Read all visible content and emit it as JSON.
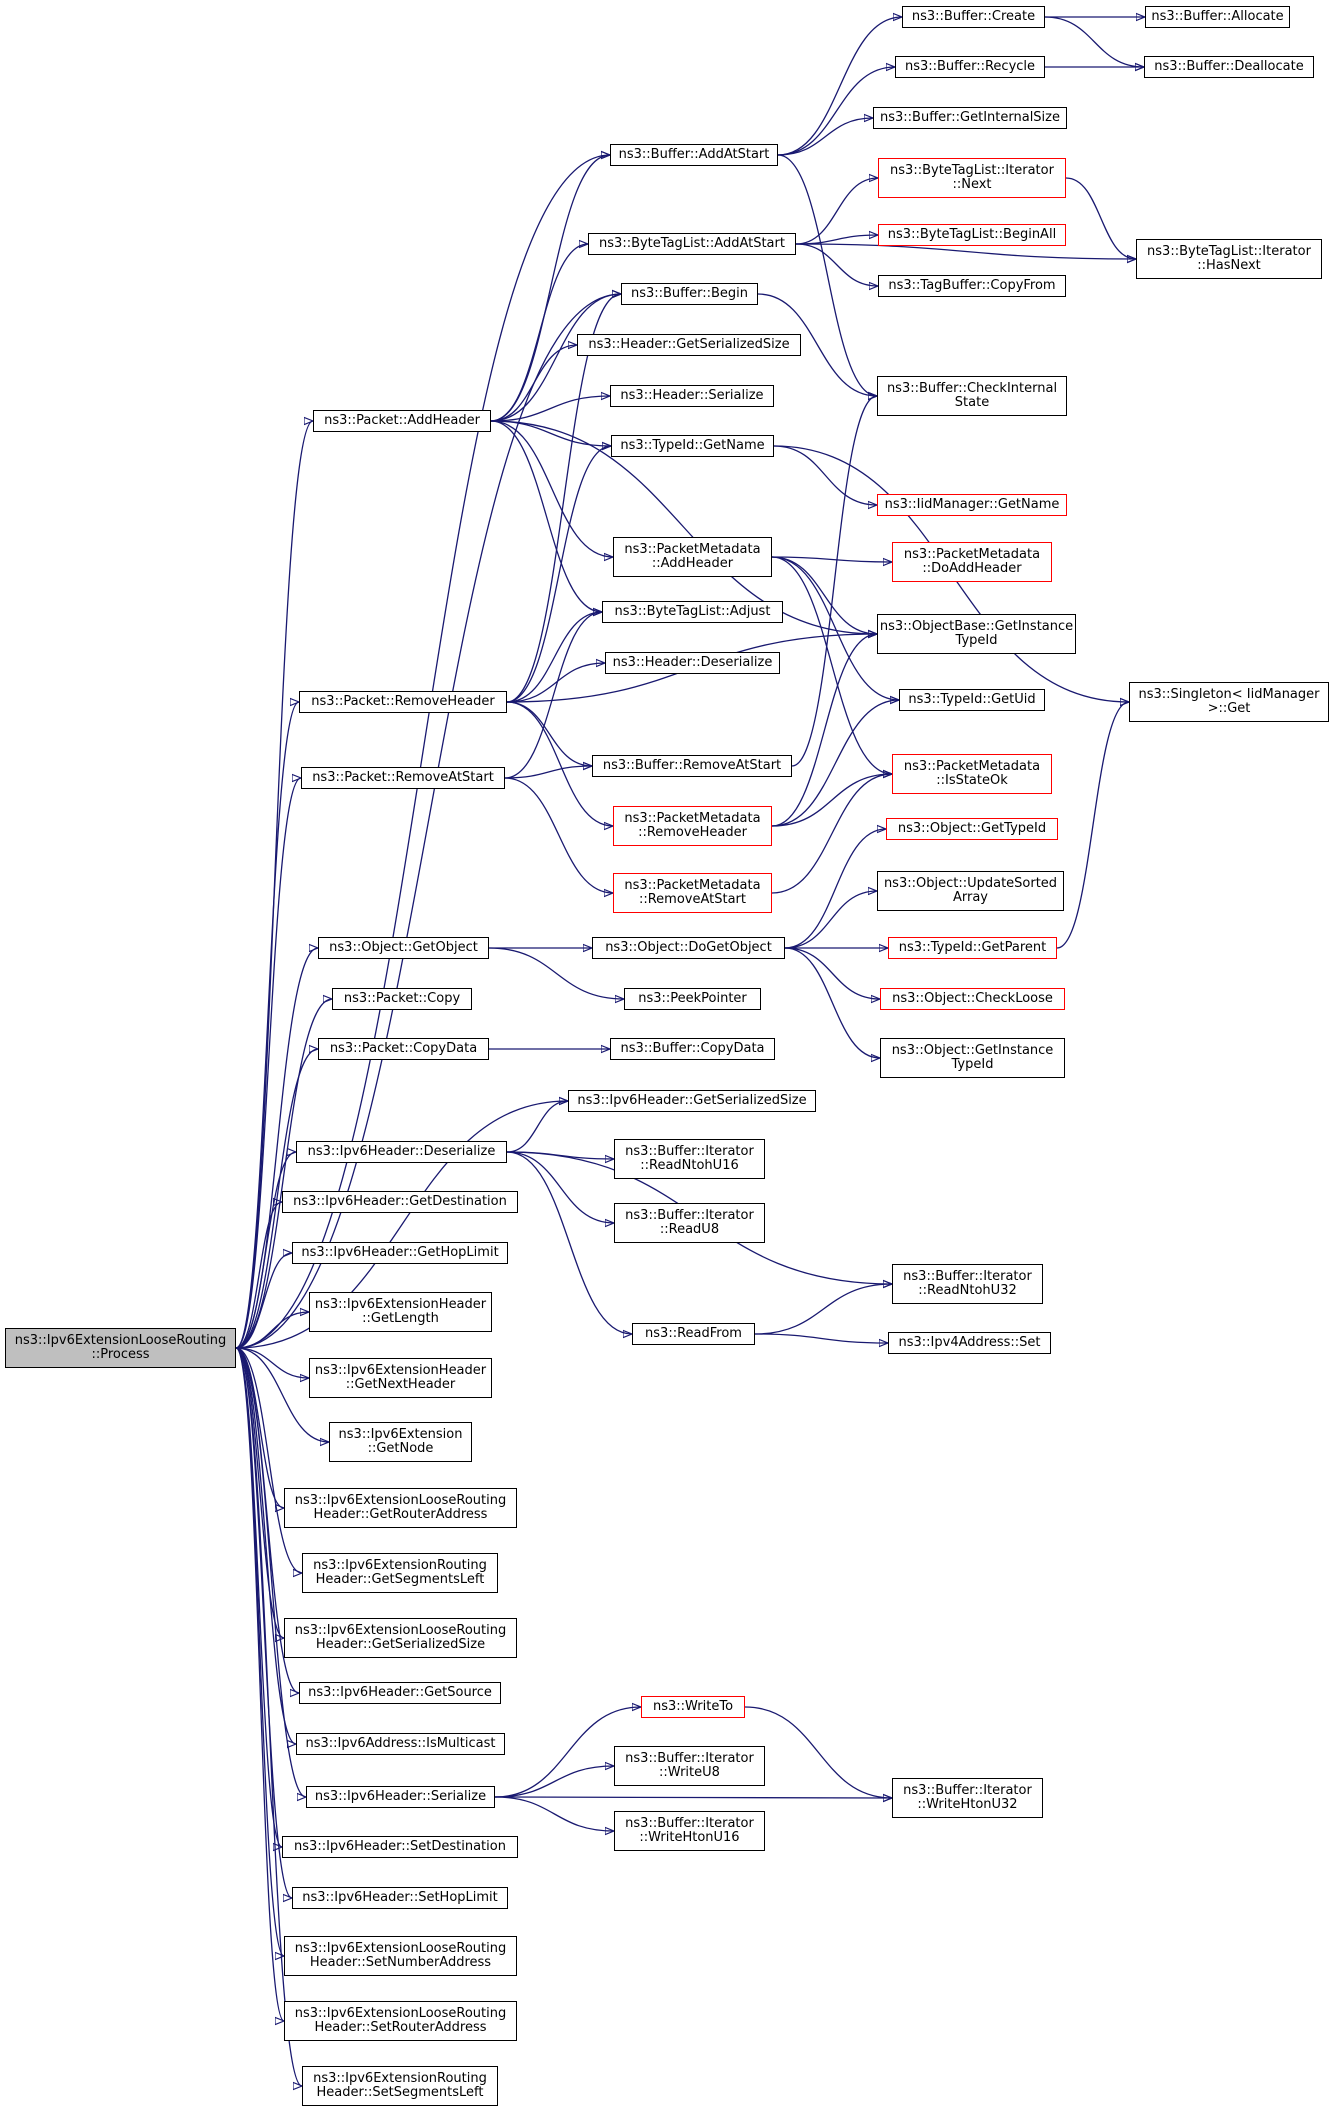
{
  "colors": {
    "edge": "#191970",
    "node_border": "#000000",
    "truncated_border": "#ff0000",
    "root_fill": "#bfbfbf",
    "background": "#ffffff"
  },
  "nodes": [
    {
      "id": "root",
      "label": "ns3::Ipv6ExtensionLooseRouting\n::Process",
      "style": "root"
    },
    {
      "id": "buf_create",
      "label": "ns3::Buffer::Create"
    },
    {
      "id": "buf_allocate",
      "label": "ns3::Buffer::Allocate"
    },
    {
      "id": "buf_recycle",
      "label": "ns3::Buffer::Recycle"
    },
    {
      "id": "buf_deallocate",
      "label": "ns3::Buffer::Deallocate"
    },
    {
      "id": "buf_addatstart",
      "label": "ns3::Buffer::AddAtStart"
    },
    {
      "id": "buf_getinternalsize",
      "label": "ns3::Buffer::GetInternalSize"
    },
    {
      "id": "btl_iter_next",
      "label": "ns3::ByteTagList::Iterator\n::Next",
      "style": "red"
    },
    {
      "id": "btl_addatstart",
      "label": "ns3::ByteTagList::AddAtStart"
    },
    {
      "id": "btl_beginall",
      "label": "ns3::ByteTagList::BeginAll",
      "style": "red"
    },
    {
      "id": "btl_iter_hasnext",
      "label": "ns3::ByteTagList::Iterator\n::HasNext"
    },
    {
      "id": "tagbuf_copyfrom",
      "label": "ns3::TagBuffer::CopyFrom"
    },
    {
      "id": "buf_begin",
      "label": "ns3::Buffer::Begin"
    },
    {
      "id": "hdr_getserializedsize",
      "label": "ns3::Header::GetSerializedSize"
    },
    {
      "id": "buf_checkinternalstate",
      "label": "ns3::Buffer::CheckInternal\nState"
    },
    {
      "id": "hdr_serialize",
      "label": "ns3::Header::Serialize"
    },
    {
      "id": "pkt_addheader",
      "label": "ns3::Packet::AddHeader"
    },
    {
      "id": "typeid_getname",
      "label": "ns3::TypeId::GetName"
    },
    {
      "id": "iidmgr_getname",
      "label": "ns3::IidManager::GetName",
      "style": "red"
    },
    {
      "id": "pm_addheader",
      "label": "ns3::PacketMetadata\n::AddHeader"
    },
    {
      "id": "pm_doaddheader",
      "label": "ns3::PacketMetadata\n::DoAddHeader",
      "style": "red"
    },
    {
      "id": "btl_adjust",
      "label": "ns3::ByteTagList::Adjust"
    },
    {
      "id": "objbase_getinstancetypeid",
      "label": "ns3::ObjectBase::GetInstance\nTypeId"
    },
    {
      "id": "hdr_deserialize",
      "label": "ns3::Header::Deserialize"
    },
    {
      "id": "singleton_get",
      "label": "ns3::Singleton< IidManager\n>::Get"
    },
    {
      "id": "pkt_removeheader",
      "label": "ns3::Packet::RemoveHeader"
    },
    {
      "id": "typeid_getuid",
      "label": "ns3::TypeId::GetUid"
    },
    {
      "id": "buf_removeatstart",
      "label": "ns3::Buffer::RemoveAtStart"
    },
    {
      "id": "pkt_removeatstart",
      "label": "ns3::Packet::RemoveAtStart"
    },
    {
      "id": "pm_isstateok",
      "label": "ns3::PacketMetadata\n::IsStateOk",
      "style": "red"
    },
    {
      "id": "pm_removeheader",
      "label": "ns3::PacketMetadata\n::RemoveHeader",
      "style": "red"
    },
    {
      "id": "obj_gettypeid",
      "label": "ns3::Object::GetTypeId",
      "style": "red"
    },
    {
      "id": "pm_removeatstart",
      "label": "ns3::PacketMetadata\n::RemoveAtStart",
      "style": "red"
    },
    {
      "id": "obj_updatesortedarray",
      "label": "ns3::Object::UpdateSorted\nArray"
    },
    {
      "id": "obj_getobject",
      "label": "ns3::Object::GetObject"
    },
    {
      "id": "obj_dogetobject",
      "label": "ns3::Object::DoGetObject"
    },
    {
      "id": "typeid_getparent",
      "label": "ns3::TypeId::GetParent",
      "style": "red"
    },
    {
      "id": "pkt_copy",
      "label": "ns3::Packet::Copy"
    },
    {
      "id": "peekpointer",
      "label": "ns3::PeekPointer"
    },
    {
      "id": "obj_checkloose",
      "label": "ns3::Object::CheckLoose",
      "style": "red"
    },
    {
      "id": "obj_getinstancetypeid",
      "label": "ns3::Object::GetInstance\nTypeId"
    },
    {
      "id": "pkt_copydata",
      "label": "ns3::Packet::CopyData"
    },
    {
      "id": "buf_copydata",
      "label": "ns3::Buffer::CopyData"
    },
    {
      "id": "ipv6hdr_getserializedsize",
      "label": "ns3::Ipv6Header::GetSerializedSize"
    },
    {
      "id": "ipv6hdr_deserialize",
      "label": "ns3::Ipv6Header::Deserialize"
    },
    {
      "id": "bufit_readntohu16",
      "label": "ns3::Buffer::Iterator\n::ReadNtohU16"
    },
    {
      "id": "ipv6hdr_getdestination",
      "label": "ns3::Ipv6Header::GetDestination"
    },
    {
      "id": "bufit_readu8",
      "label": "ns3::Buffer::Iterator\n::ReadU8"
    },
    {
      "id": "ipv6hdr_gethoplimit",
      "label": "ns3::Ipv6Header::GetHopLimit"
    },
    {
      "id": "bufit_readntohu32",
      "label": "ns3::Buffer::Iterator\n::ReadNtohU32"
    },
    {
      "id": "ipv6exthdr_getlength",
      "label": "ns3::Ipv6ExtensionHeader\n::GetLength"
    },
    {
      "id": "readfrom",
      "label": "ns3::ReadFrom"
    },
    {
      "id": "ipv4addr_set",
      "label": "ns3::Ipv4Address::Set"
    },
    {
      "id": "ipv6exthdr_getnextheader",
      "label": "ns3::Ipv6ExtensionHeader\n::GetNextHeader"
    },
    {
      "id": "ipv6ext_getnode",
      "label": "ns3::Ipv6Extension\n::GetNode"
    },
    {
      "id": "lrh_getrouteraddress",
      "label": "ns3::Ipv6ExtensionLooseRouting\nHeader::GetRouterAddress"
    },
    {
      "id": "rh_getsegmentsleft",
      "label": "ns3::Ipv6ExtensionRouting\nHeader::GetSegmentsLeft"
    },
    {
      "id": "lrh_getserializedsize",
      "label": "ns3::Ipv6ExtensionLooseRouting\nHeader::GetSerializedSize"
    },
    {
      "id": "ipv6hdr_getsource",
      "label": "ns3::Ipv6Header::GetSource"
    },
    {
      "id": "ipv6addr_ismulticast",
      "label": "ns3::Ipv6Address::IsMulticast"
    },
    {
      "id": "writeto",
      "label": "ns3::WriteTo",
      "style": "red"
    },
    {
      "id": "bufit_writeu8",
      "label": "ns3::Buffer::Iterator\n::WriteU8"
    },
    {
      "id": "bufit_writehtonu32",
      "label": "ns3::Buffer::Iterator\n::WriteHtonU32"
    },
    {
      "id": "ipv6hdr_serialize",
      "label": "ns3::Ipv6Header::Serialize"
    },
    {
      "id": "bufit_writehtonu16",
      "label": "ns3::Buffer::Iterator\n::WriteHtonU16"
    },
    {
      "id": "ipv6hdr_setdestination",
      "label": "ns3::Ipv6Header::SetDestination"
    },
    {
      "id": "ipv6hdr_sethoplimit",
      "label": "ns3::Ipv6Header::SetHopLimit"
    },
    {
      "id": "lrh_setnumberaddress",
      "label": "ns3::Ipv6ExtensionLooseRouting\nHeader::SetNumberAddress"
    },
    {
      "id": "lrh_setrouteraddress",
      "label": "ns3::Ipv6ExtensionLooseRouting\nHeader::SetRouterAddress"
    },
    {
      "id": "rh_setsegmentsleft",
      "label": "ns3::Ipv6ExtensionRouting\nHeader::SetSegmentsLeft"
    }
  ],
  "edges": [
    [
      "root",
      "buf_addatstart"
    ],
    [
      "root",
      "buf_begin"
    ],
    [
      "root",
      "pkt_addheader"
    ],
    [
      "root",
      "pkt_removeheader"
    ],
    [
      "root",
      "pkt_removeatstart"
    ],
    [
      "root",
      "obj_getobject"
    ],
    [
      "root",
      "pkt_copy"
    ],
    [
      "root",
      "pkt_copydata"
    ],
    [
      "root",
      "ipv6hdr_getserializedsize"
    ],
    [
      "root",
      "ipv6hdr_deserialize"
    ],
    [
      "root",
      "ipv6hdr_getdestination"
    ],
    [
      "root",
      "ipv6hdr_gethoplimit"
    ],
    [
      "root",
      "ipv6exthdr_getlength"
    ],
    [
      "root",
      "ipv6exthdr_getnextheader"
    ],
    [
      "root",
      "ipv6ext_getnode"
    ],
    [
      "root",
      "lrh_getrouteraddress"
    ],
    [
      "root",
      "rh_getsegmentsleft"
    ],
    [
      "root",
      "lrh_getserializedsize"
    ],
    [
      "root",
      "ipv6hdr_getsource"
    ],
    [
      "root",
      "ipv6addr_ismulticast"
    ],
    [
      "root",
      "ipv6hdr_serialize"
    ],
    [
      "root",
      "ipv6hdr_setdestination"
    ],
    [
      "root",
      "ipv6hdr_sethoplimit"
    ],
    [
      "root",
      "lrh_setnumberaddress"
    ],
    [
      "root",
      "lrh_setrouteraddress"
    ],
    [
      "root",
      "rh_setsegmentsleft"
    ],
    [
      "buf_create",
      "buf_allocate"
    ],
    [
      "buf_create",
      "buf_deallocate"
    ],
    [
      "buf_recycle",
      "buf_deallocate"
    ],
    [
      "buf_addatstart",
      "buf_create"
    ],
    [
      "buf_addatstart",
      "buf_recycle"
    ],
    [
      "buf_addatstart",
      "buf_getinternalsize"
    ],
    [
      "buf_addatstart",
      "buf_checkinternalstate"
    ],
    [
      "btl_addatstart",
      "btl_iter_next"
    ],
    [
      "btl_addatstart",
      "btl_beginall"
    ],
    [
      "btl_addatstart",
      "tagbuf_copyfrom"
    ],
    [
      "btl_addatstart",
      "btl_iter_hasnext"
    ],
    [
      "btl_iter_next",
      "btl_iter_hasnext"
    ],
    [
      "buf_begin",
      "buf_checkinternalstate"
    ],
    [
      "pkt_addheader",
      "buf_addatstart"
    ],
    [
      "pkt_addheader",
      "btl_addatstart"
    ],
    [
      "pkt_addheader",
      "buf_begin"
    ],
    [
      "pkt_addheader",
      "hdr_getserializedsize"
    ],
    [
      "pkt_addheader",
      "hdr_serialize"
    ],
    [
      "pkt_addheader",
      "typeid_getname"
    ],
    [
      "pkt_addheader",
      "pm_addheader"
    ],
    [
      "pkt_addheader",
      "btl_adjust"
    ],
    [
      "pkt_addheader",
      "objbase_getinstancetypeid"
    ],
    [
      "typeid_getname",
      "iidmgr_getname"
    ],
    [
      "typeid_getname",
      "singleton_get"
    ],
    [
      "pm_addheader",
      "pm_doaddheader"
    ],
    [
      "pm_addheader",
      "objbase_getinstancetypeid"
    ],
    [
      "pm_addheader",
      "typeid_getuid"
    ],
    [
      "pm_addheader",
      "pm_isstateok"
    ],
    [
      "pkt_removeheader",
      "buf_begin"
    ],
    [
      "pkt_removeheader",
      "typeid_getname"
    ],
    [
      "pkt_removeheader",
      "btl_adjust"
    ],
    [
      "pkt_removeheader",
      "hdr_deserialize"
    ],
    [
      "pkt_removeheader",
      "objbase_getinstancetypeid"
    ],
    [
      "pkt_removeheader",
      "buf_removeatstart"
    ],
    [
      "pkt_removeheader",
      "pm_removeheader"
    ],
    [
      "pkt_removeatstart",
      "btl_adjust"
    ],
    [
      "pkt_removeatstart",
      "buf_removeatstart"
    ],
    [
      "pkt_removeatstart",
      "pm_removeatstart"
    ],
    [
      "buf_removeatstart",
      "buf_checkinternalstate"
    ],
    [
      "pm_removeheader",
      "objbase_getinstancetypeid"
    ],
    [
      "pm_removeheader",
      "typeid_getuid"
    ],
    [
      "pm_removeheader",
      "pm_isstateok"
    ],
    [
      "pm_removeatstart",
      "pm_isstateok"
    ],
    [
      "obj_getobject",
      "obj_dogetobject"
    ],
    [
      "obj_getobject",
      "peekpointer"
    ],
    [
      "obj_dogetobject",
      "obj_gettypeid"
    ],
    [
      "obj_dogetobject",
      "obj_updatesortedarray"
    ],
    [
      "obj_dogetobject",
      "typeid_getparent"
    ],
    [
      "obj_dogetobject",
      "obj_checkloose"
    ],
    [
      "obj_dogetobject",
      "obj_getinstancetypeid"
    ],
    [
      "typeid_getparent",
      "singleton_get"
    ],
    [
      "pkt_copydata",
      "buf_copydata"
    ],
    [
      "ipv6hdr_deserialize",
      "ipv6hdr_getserializedsize"
    ],
    [
      "ipv6hdr_deserialize",
      "bufit_readntohu16"
    ],
    [
      "ipv6hdr_deserialize",
      "bufit_readu8"
    ],
    [
      "ipv6hdr_deserialize",
      "bufit_readntohu32"
    ],
    [
      "ipv6hdr_deserialize",
      "readfrom"
    ],
    [
      "readfrom",
      "bufit_readntohu32"
    ],
    [
      "readfrom",
      "ipv4addr_set"
    ],
    [
      "ipv6hdr_serialize",
      "writeto"
    ],
    [
      "ipv6hdr_serialize",
      "bufit_writeu8"
    ],
    [
      "ipv6hdr_serialize",
      "bufit_writehtonu16"
    ],
    [
      "ipv6hdr_serialize",
      "bufit_writehtonu32"
    ],
    [
      "writeto",
      "bufit_writehtonu32"
    ]
  ]
}
